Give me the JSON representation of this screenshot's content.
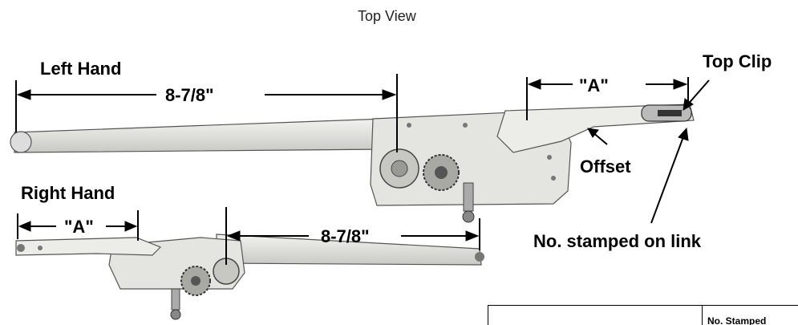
{
  "title": "Top View",
  "labels": {
    "left_hand": "Left Hand",
    "right_hand": "Right Hand",
    "dim_top": "8-7/8\"",
    "dim_bottom": "8-7/8\"",
    "a_top": "\"A\"",
    "a_bottom": "\"A\"",
    "top_clip": "Top Clip",
    "offset": "Offset",
    "stamped": "No. stamped on link"
  },
  "table": {
    "header": "No. Stamped"
  }
}
